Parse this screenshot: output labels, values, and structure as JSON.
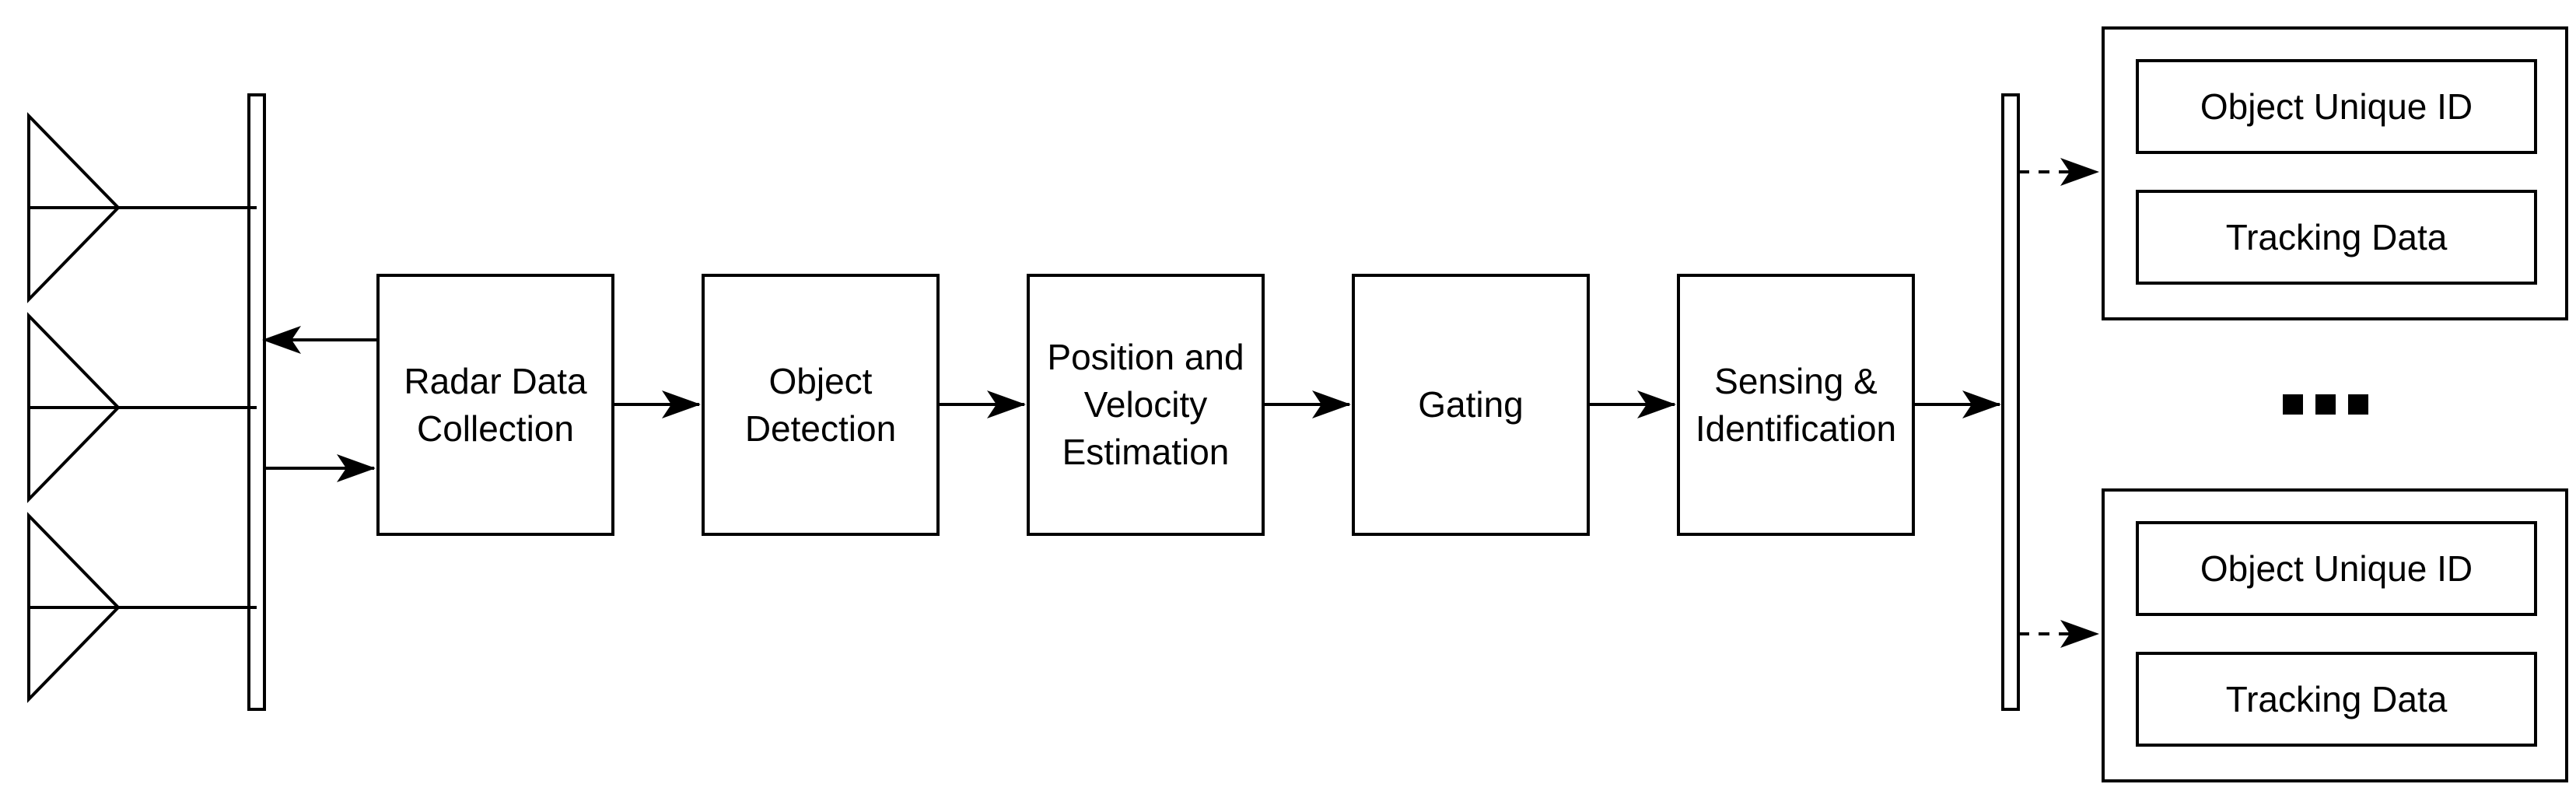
{
  "colors": {
    "background": "#ffffff",
    "line": "#000000"
  },
  "antenna_array": {
    "icon": "antenna-array-icon",
    "element_count": 3
  },
  "pipeline": [
    {
      "id": "radar-data-collection",
      "label": "Radar Data\nCollection"
    },
    {
      "id": "object-detection",
      "label": "Object\nDetection"
    },
    {
      "id": "position-velocity-estimation",
      "label": "Position and\nVelocity\nEstimation"
    },
    {
      "id": "gating",
      "label": "Gating"
    },
    {
      "id": "sensing-identification",
      "label": "Sensing &\nIdentification"
    }
  ],
  "outputs": {
    "ellipsis": "...",
    "groups": [
      {
        "fields": [
          "Object Unique ID",
          "Tracking Data"
        ]
      },
      {
        "fields": [
          "Object Unique ID",
          "Tracking Data"
        ]
      }
    ]
  }
}
